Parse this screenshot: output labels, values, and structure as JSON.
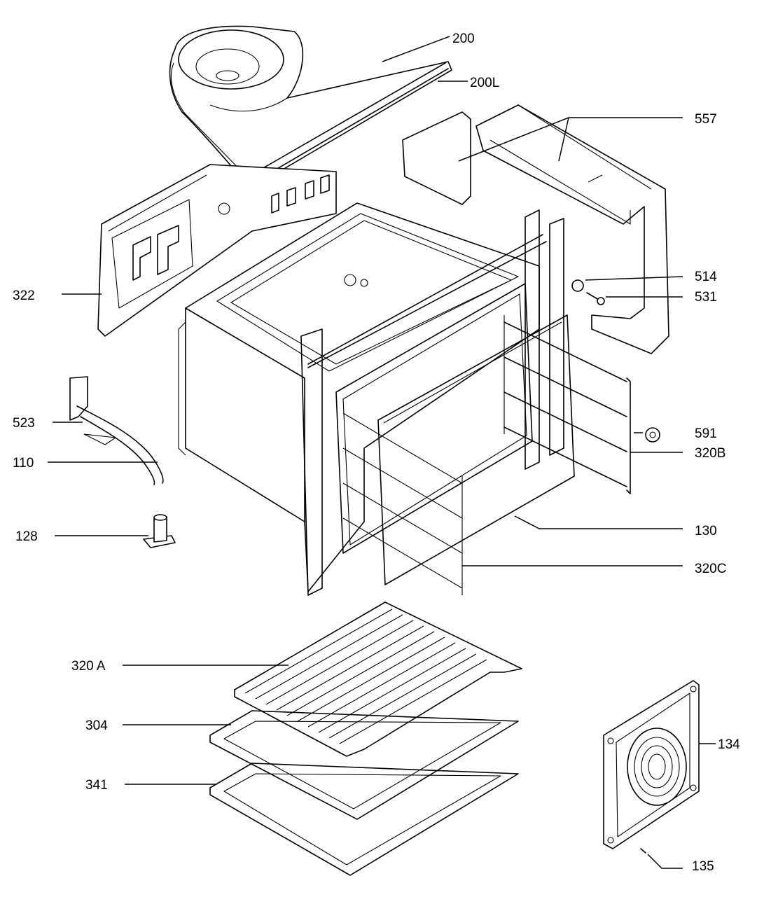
{
  "labels": {
    "p200": "200",
    "p200L": "200L",
    "p557": "557",
    "p322": "322",
    "p514": "514",
    "p531": "531",
    "p523": "523",
    "p110": "110",
    "p591": "591",
    "p320B": "320B",
    "p128": "128",
    "p130": "130",
    "p320C": "320C",
    "p320A": "320 A",
    "p304": "304",
    "p341": "341",
    "p134": "134",
    "p135": "135"
  },
  "colors": {
    "ink": "#000000",
    "paper": "#ffffff"
  }
}
